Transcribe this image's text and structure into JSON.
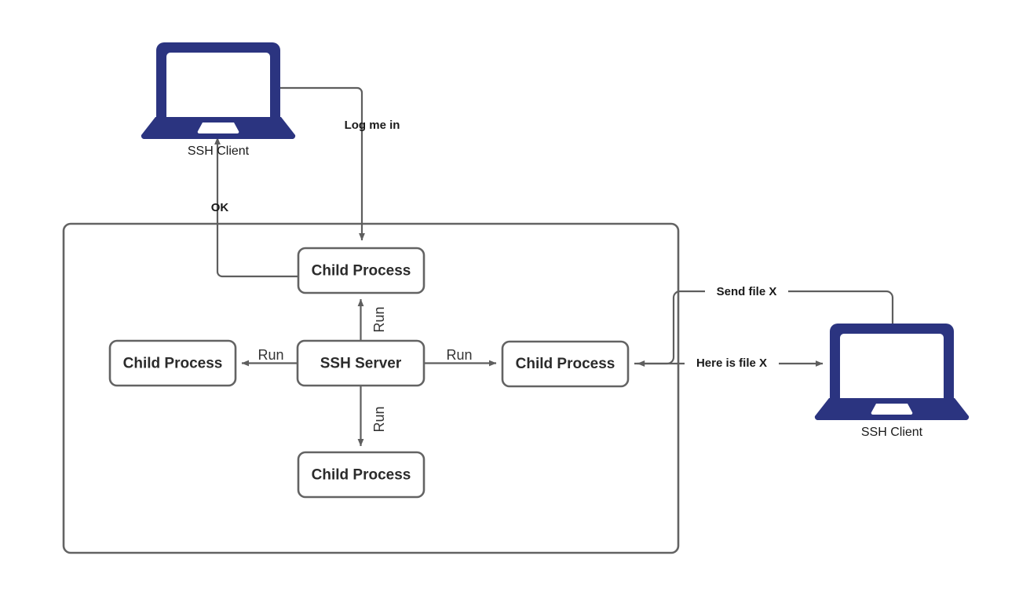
{
  "diagram": {
    "title": "SSH Server child process architecture",
    "colors": {
      "laptop_blue": "#2b3480",
      "box_stroke": "#636363",
      "edge_stroke": "#5e5e5e",
      "text": "#2b2b2b",
      "background": "#ffffff"
    },
    "nodes": [
      {
        "id": "client_left",
        "label": "SSH Client",
        "type": "laptop"
      },
      {
        "id": "client_right",
        "label": "SSH Client",
        "type": "laptop"
      },
      {
        "id": "server",
        "label": "SSH Server",
        "type": "box"
      },
      {
        "id": "child_top",
        "label": "Child Process",
        "type": "box"
      },
      {
        "id": "child_left",
        "label": "Child Process",
        "type": "box"
      },
      {
        "id": "child_right",
        "label": "Child Process",
        "type": "box"
      },
      {
        "id": "child_bottom",
        "label": "Child Process",
        "type": "box"
      }
    ],
    "edges": [
      {
        "id": "e_login",
        "label": "Log me in",
        "from": "client_left",
        "to": "child_top",
        "arrow": "end"
      },
      {
        "id": "e_ok",
        "label": "OK",
        "from": "child_top",
        "to": "client_left",
        "arrow": "end"
      },
      {
        "id": "e_run_up",
        "label": "Run",
        "from": "server",
        "to": "child_top",
        "arrow": "end"
      },
      {
        "id": "e_run_left",
        "label": "Run",
        "from": "server",
        "to": "child_left",
        "arrow": "end"
      },
      {
        "id": "e_run_right",
        "label": "Run",
        "from": "server",
        "to": "child_right",
        "arrow": "end"
      },
      {
        "id": "e_run_down",
        "label": "Run",
        "from": "server",
        "to": "child_bottom",
        "arrow": "end"
      },
      {
        "id": "e_send",
        "label": "Send file X",
        "from": "child_right",
        "to": "client_right",
        "arrow": "none"
      },
      {
        "id": "e_here",
        "label": "Here is file X",
        "from": "client_right",
        "to": "child_right",
        "arrow": "both"
      }
    ]
  }
}
